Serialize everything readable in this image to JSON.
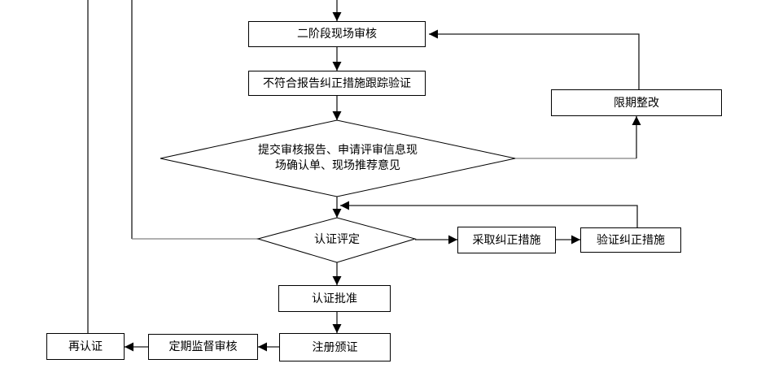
{
  "nodes": {
    "stage2_audit": "二阶段现场审核",
    "nc_report_tracking": "不符合报告纠正措施跟踪验证",
    "deadline_rectification": "限期整改",
    "submit_audit_report": "提交审核报告、申请评审信息现\n场确认单、现场推荐意见",
    "cert_evaluation": "认证评定",
    "take_corrective_measures": "采取纠正措施",
    "verify_corrective_measures": "验证纠正措施",
    "cert_approval": "认证批准",
    "registration_certificate": "注册颁证",
    "periodic_surveillance_audit": "定期监督审核",
    "recertification": "再认证"
  },
  "colors": {
    "background": "#ffffff",
    "node_fill": "#ffffff",
    "node_border": "#000000",
    "connector": "#1a1a1a",
    "connector_gray": "#808080"
  }
}
